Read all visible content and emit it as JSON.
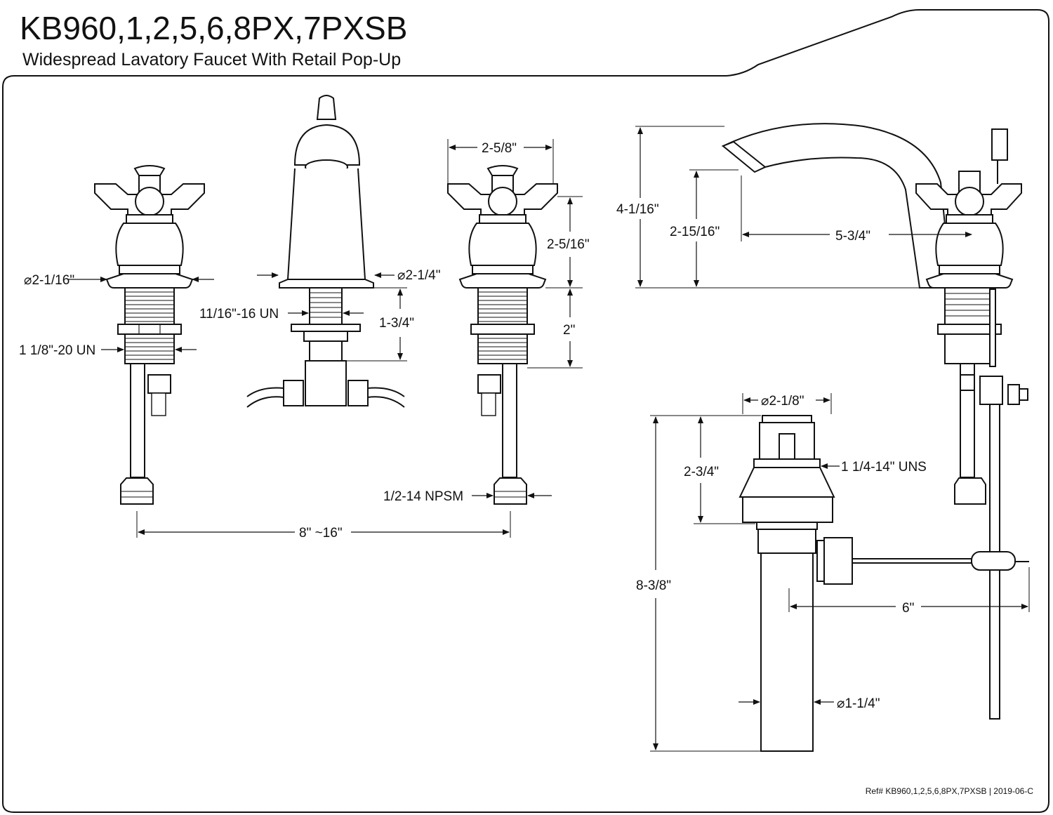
{
  "title": "KB960,1,2,5,6,8PX,7PXSB",
  "subtitle": "Widespread Lavatory Faucet With Retail Pop-Up",
  "reference": "Ref# KB960,1,2,5,6,8PX,7PXSB | 2019-06-C",
  "dimensions": {
    "handle_flange_dia": "⌀2-1/16\"",
    "handle_thread": "1 1/8\"-20 UN",
    "spout_base_dia": "⌀2-1/4\"",
    "spout_thread": "11/16\"-16 UN",
    "spout_shank_length": "1-3/4\"",
    "handle_width": "2-5/8\"",
    "handle_height": "2-5/16\"",
    "handle_shank_length": "2\"",
    "supply_thread": "1/2-14 NPSM",
    "spread": "8\" ~16\"",
    "overall_height": "4-1/16\"",
    "spout_clearance": "2-15/16\"",
    "spout_reach": "5-3/4\"",
    "drain_flange_dia": "⌀2-1/8\"",
    "drain_thread": "1 1/4-14\" UNS",
    "drain_flange_height": "2-3/4\"",
    "drain_overall_length": "8-3/8\"",
    "lift_rod_offset": "6\"",
    "tailpiece_dia": "⌀1-1/4\""
  }
}
